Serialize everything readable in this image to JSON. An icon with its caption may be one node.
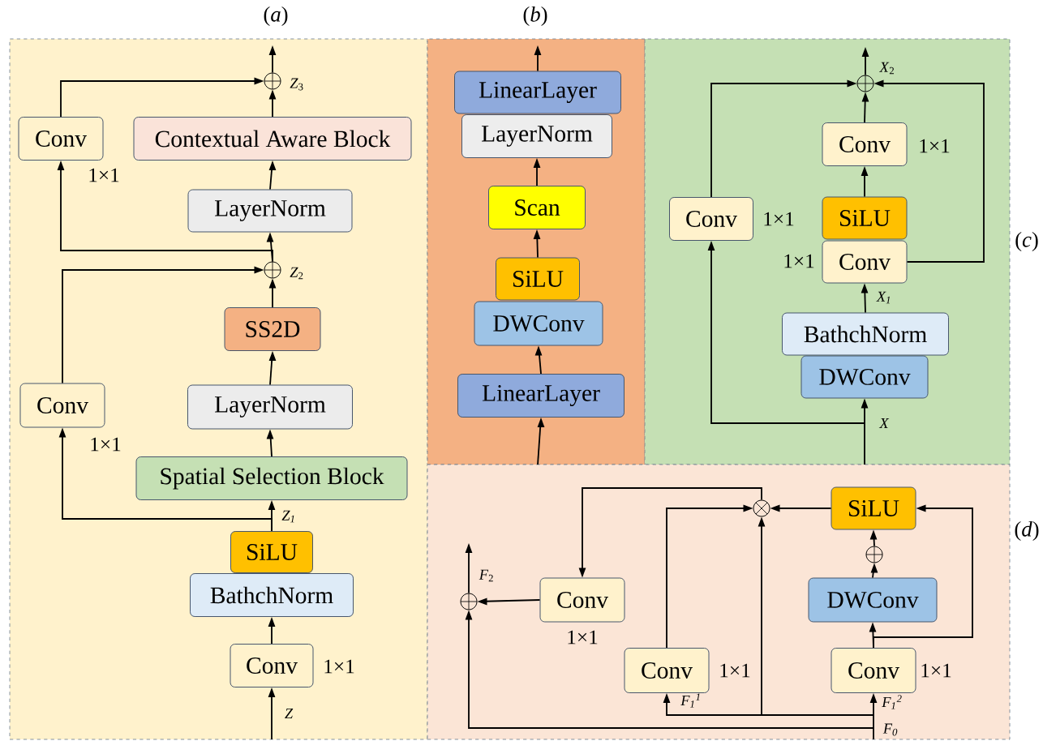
{
  "diagram": {
    "nodes": [
      {
        "text": [
          "(*a*)"
        ]
      },
      {
        "text": [],
        "shape": "circle",
        "beside": [
          "*Z*$_{3}$"
        ],
        "in": 0
      },
      {
        "text": [
          "Conv"
        ],
        "beside": [
          "1×1"
        ],
        "in": 0
      },
      {
        "text": [
          "Contextual Aware Block"
        ],
        "in": 0
      },
      {
        "text": [
          "LayerNorm"
        ],
        "in": 0
      },
      {
        "text": [],
        "shape": "circle",
        "beside": [
          "*Z*$_{2}$"
        ],
        "in": 0
      },
      {
        "text": [
          "SS2D"
        ],
        "in": 0
      },
      {
        "text": [
          "Conv"
        ],
        "beside": [
          "1×1"
        ],
        "in": 0
      },
      {
        "text": [
          "LayerNorm"
        ],
        "in": 0
      },
      {
        "text": [
          "Spatial Selection Block"
        ],
        "in": 0
      },
      {
        "text": [
          "SiLU"
        ],
        "in": 0
      },
      {
        "text": [
          "BathchNorm"
        ],
        "in": 0
      },
      {
        "text": [
          "Conv"
        ],
        "beside": [
          "1×1"
        ],
        "in": 0
      },
      {
        "text": [
          "(*b*)"
        ]
      },
      {
        "text": [
          "LinearLayer"
        ],
        "in": 13
      },
      {
        "text": [
          "LayerNorm"
        ],
        "in": 13
      },
      {
        "text": [
          "Scan"
        ],
        "in": 13
      },
      {
        "text": [
          "SiLU"
        ],
        "in": 13
      },
      {
        "text": [
          "DWConv"
        ],
        "in": 13
      },
      {
        "text": [
          "LinearLayer"
        ],
        "in": 13
      },
      {
        "text": [
          "(*c*)"
        ]
      },
      {
        "text": [],
        "shape": "circle",
        "beside": [
          "*X*$_{2}$"
        ],
        "in": 20
      },
      {
        "text": [
          "Conv"
        ],
        "beside": [
          "1×1"
        ],
        "in": 20
      },
      {
        "text": [
          "Conv"
        ],
        "beside": [
          "1×1"
        ],
        "in": 20
      },
      {
        "text": [
          "SiLU"
        ],
        "in": 20
      },
      {
        "text": [
          "Conv"
        ],
        "beside": [
          "1×1"
        ],
        "in": 20
      },
      {
        "text": [
          "BathchNorm"
        ],
        "in": 20
      },
      {
        "text": [
          "DWConv"
        ],
        "in": 20
      },
      {
        "text": [
          "(*d*)"
        ]
      },
      {
        "text": [],
        "shape": "circle",
        "in": 28
      },
      {
        "text": [
          "SiLU"
        ],
        "in": 28
      },
      {
        "text": [],
        "shape": "circle",
        "beside": [
          "*F*$_{2}$"
        ],
        "in": 28
      },
      {
        "text": [
          "Conv"
        ],
        "beside": [
          "1×1"
        ],
        "in": 28
      },
      {
        "text": [],
        "shape": "circle",
        "in": 28
      },
      {
        "text": [
          "DWConv"
        ],
        "in": 28
      },
      {
        "text": [
          "Conv"
        ],
        "beside": [
          "1×1"
        ],
        "in": 28
      },
      {
        "text": [
          "Conv"
        ],
        "beside": [
          "1×1"
        ],
        "in": 28
      }
    ],
    "edges": [
      {
        "from": null,
        "to": 12,
        "arrow": "to",
        "label": "Z"
      },
      {
        "from": 12,
        "to": 11,
        "arrow": "to"
      },
      {
        "from": 10,
        "to": 9,
        "arrow": "to",
        "label": "*Z*$_{1}$"
      },
      {
        "from": 10,
        "to": 7,
        "arrow": "to"
      },
      {
        "from": 9,
        "to": 8,
        "arrow": "to"
      },
      {
        "from": 8,
        "to": 6,
        "arrow": "to"
      },
      {
        "from": 6,
        "to": 5,
        "arrow": "to"
      },
      {
        "from": 7,
        "to": 5,
        "arrow": "to"
      },
      {
        "from": 5,
        "to": 4,
        "arrow": "to"
      },
      {
        "from": 5,
        "to": 2,
        "arrow": "to"
      },
      {
        "from": 4,
        "to": 3,
        "arrow": "to"
      },
      {
        "from": 3,
        "to": 1,
        "arrow": "to"
      },
      {
        "from": 2,
        "to": 1,
        "arrow": "to"
      },
      {
        "from": 1,
        "to": null,
        "arrow": "to"
      },
      {
        "from": null,
        "to": 19,
        "arrow": "to"
      },
      {
        "from": 19,
        "to": 18,
        "arrow": "to"
      },
      {
        "from": 17,
        "to": 16,
        "arrow": "to"
      },
      {
        "from": 16,
        "to": 15,
        "arrow": "to"
      },
      {
        "from": 14,
        "to": null,
        "arrow": "to"
      },
      {
        "from": null,
        "to": 27,
        "arrow": "to",
        "label": "X"
      },
      {
        "from": null,
        "to": 23,
        "arrow": "to"
      },
      {
        "from": 26,
        "to": 25,
        "arrow": "to",
        "label": "*X*$_{1}$"
      },
      {
        "from": 24,
        "to": 22,
        "arrow": "to"
      },
      {
        "from": 22,
        "to": 21,
        "arrow": "to"
      },
      {
        "from": 23,
        "to": 21,
        "arrow": "to"
      },
      {
        "from": 25,
        "to": 21,
        "arrow": "to"
      },
      {
        "from": 21,
        "to": null,
        "arrow": "to"
      },
      {
        "from": null,
        "to": 36,
        "arrow": "to",
        "label": "*F*$_{1}$$^{2}$"
      },
      {
        "from": null,
        "to": 35,
        "arrow": "to",
        "label": "*F*$_{1}$$^{1}$"
      },
      {
        "from": null,
        "to": 29,
        "arrow": "to"
      },
      {
        "from": null,
        "to": 31,
        "arrow": "to",
        "label": "*F*$_{0}$"
      },
      {
        "from": 36,
        "to": 34,
        "arrow": "to"
      },
      {
        "from": 36,
        "to": 30,
        "arrow": "to"
      },
      {
        "from": 34,
        "to": 33,
        "arrow": "to"
      },
      {
        "from": 33,
        "to": 30,
        "arrow": "to"
      },
      {
        "from": 30,
        "to": 29,
        "arrow": "to"
      },
      {
        "from": 35,
        "to": 29,
        "arrow": "to"
      },
      {
        "from": 29,
        "to": 32,
        "arrow": "to"
      },
      {
        "from": 32,
        "to": 31,
        "arrow": "to"
      },
      {
        "from": 31,
        "to": null,
        "arrow": "to"
      }
    ]
  }
}
